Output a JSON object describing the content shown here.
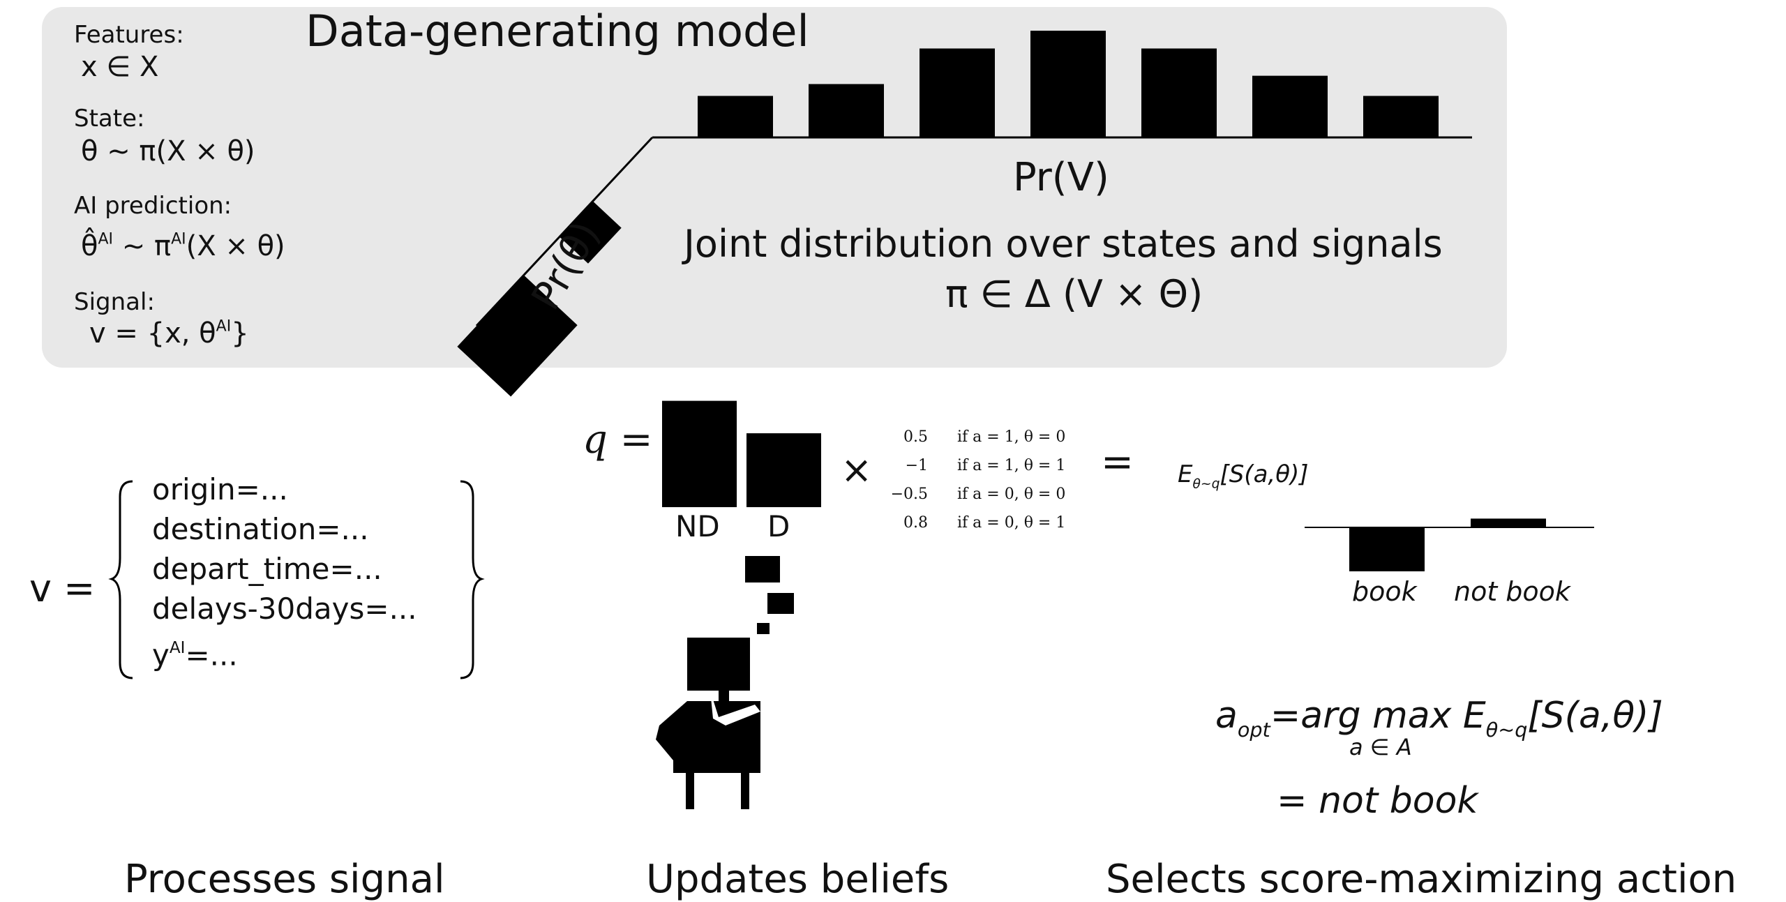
{
  "panel": {
    "features_label": "Features:",
    "features_value": "x ∈ X",
    "state_label": "State:",
    "state_value": "θ ~ π(X × θ)",
    "ai_prediction_label": "AI prediction:",
    "ai_prediction_value_pre": "θ̂",
    "ai_prediction_sup": "AI",
    "ai_prediction_value_mid": " ~ π",
    "ai_prediction_sup2": "AI",
    "ai_prediction_value_post": "(X × θ)",
    "signal_label": "Signal:",
    "signal_value_pre": "v   = {x, θ",
    "signal_sup": "AI",
    "signal_value_post": "}",
    "title": "Data-generating model",
    "pr_v_label": "Pr(V)",
    "pr_theta_label": "Pr(θ)",
    "joint_line1": "Joint distribution over states and signals",
    "joint_line2": "π ∈ Δ (V × Θ)"
  },
  "signal_section": {
    "lhs": "v =",
    "items": [
      "origin=...",
      "destination=...",
      "depart_time=...",
      "delays-30days=..."
    ],
    "last_item_pre": "y",
    "last_item_sup": "AI",
    "last_item_post": "=...",
    "caption": "Processes signal"
  },
  "belief_section": {
    "q_label": "q =",
    "bar_labels": [
      "ND",
      "D"
    ],
    "times": "×",
    "equals": "=",
    "score_values": [
      "0.5",
      "−1",
      "−0.5",
      "0.8"
    ],
    "score_conditions": [
      "if a = 1, θ = 0",
      "if a = 1, θ = 1",
      "if a = 0, θ = 0",
      "if a = 0, θ = 1"
    ],
    "caption": "Updates beliefs"
  },
  "action_section": {
    "expectation_label": "E",
    "expectation_sub": "θ~q",
    "expectation_body": "[S(a,θ)]",
    "bar_labels": [
      "book",
      "not book"
    ],
    "aopt_a": "a",
    "aopt_sub": "opt",
    "aopt_eq": "=arg max E",
    "aopt_sub2": "θ~q",
    "aopt_body": "[S(a,θ)]",
    "argmax_under": "a ∈ A",
    "result": "= not book",
    "caption": "Selects score-maximizing action"
  },
  "chart_data": [
    {
      "type": "bar",
      "title": "",
      "xlabel": "Pr(V)",
      "ylabel": "",
      "categories": [
        "",
        "",
        "",
        "",
        "",
        "",
        ""
      ],
      "values": [
        0.35,
        0.45,
        0.75,
        0.9,
        0.75,
        0.52,
        0.35
      ],
      "ylim": [
        0,
        1
      ]
    },
    {
      "type": "bar",
      "title": "",
      "xlabel": "Pr(θ)",
      "ylabel": "",
      "categories": [
        "",
        ""
      ],
      "values": [
        0.75,
        0.4
      ],
      "ylim": [
        0,
        1
      ]
    },
    {
      "type": "bar",
      "title": "",
      "xlabel": "",
      "ylabel": "q",
      "categories": [
        "ND",
        "D"
      ],
      "values": [
        0.59,
        0.41
      ],
      "ylim": [
        0,
        0.6
      ]
    },
    {
      "type": "bar",
      "title": "",
      "xlabel": "",
      "ylabel": "",
      "categories": [
        "book",
        "not book"
      ],
      "values": [
        -0.6,
        0.12
      ],
      "ylim": [
        -0.7,
        0.2
      ]
    }
  ],
  "colors": {
    "panel_bg": "#e8e8e8",
    "ink": "#000000",
    "text": "#111111"
  }
}
